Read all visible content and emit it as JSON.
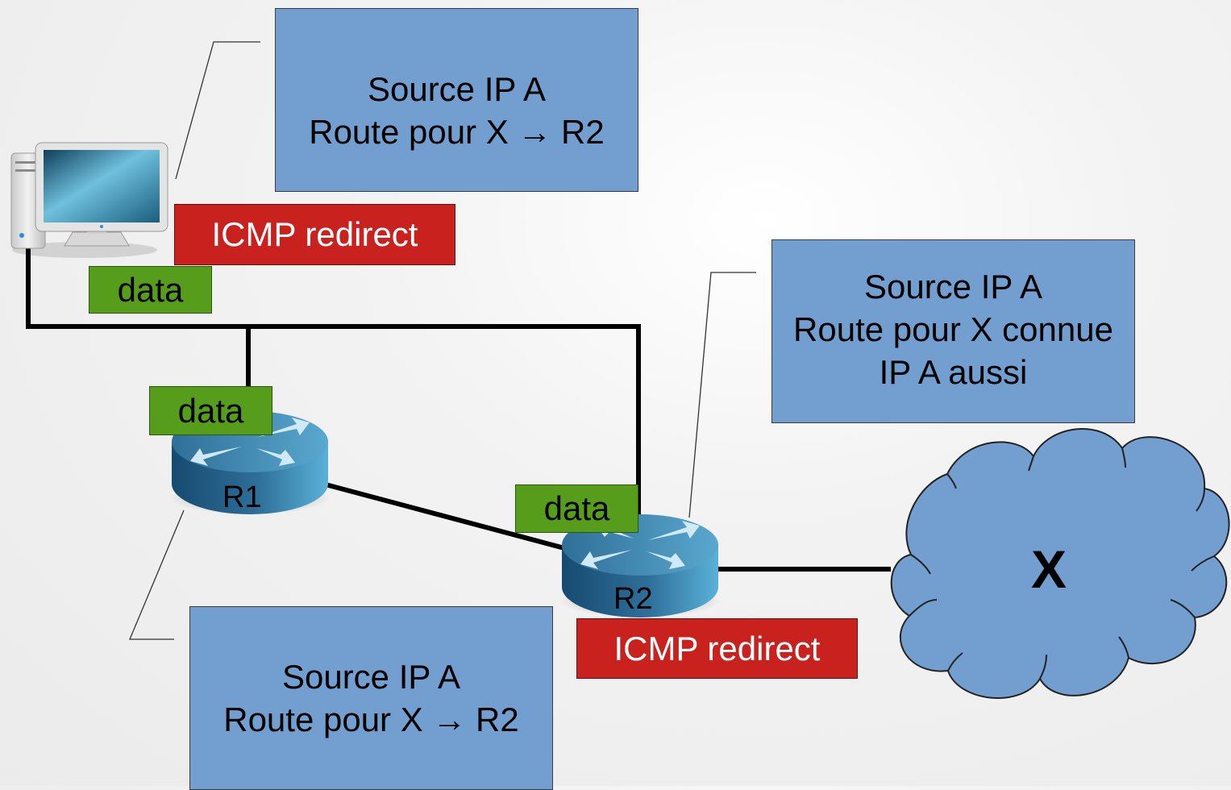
{
  "notes": {
    "host": [
      "Source IP A",
      "Route pour X → R2"
    ],
    "r2": [
      "Source IP A",
      "Route pour X connue",
      "IP A aussi"
    ],
    "r1": [
      "Source IP A",
      "Route pour X → R2"
    ]
  },
  "tags": {
    "icmp_host": "ICMP redirect",
    "data_host": "data",
    "data_r1": "data",
    "data_r2": "data",
    "icmp_r2": "ICMP redirect"
  },
  "routers": {
    "r1": "R1",
    "r2": "R2"
  },
  "cloud": {
    "label": "X"
  },
  "colors": {
    "note_fill": "#729fcf",
    "icmp_fill": "#c9211e",
    "data_fill": "#579d1c",
    "cloud_fill": "#729fcf",
    "router_top": "#4a8bb0",
    "router_side": "#1f5a85"
  },
  "icons": {
    "host": "computer-icon",
    "router": "router-icon",
    "network": "cloud-icon"
  }
}
